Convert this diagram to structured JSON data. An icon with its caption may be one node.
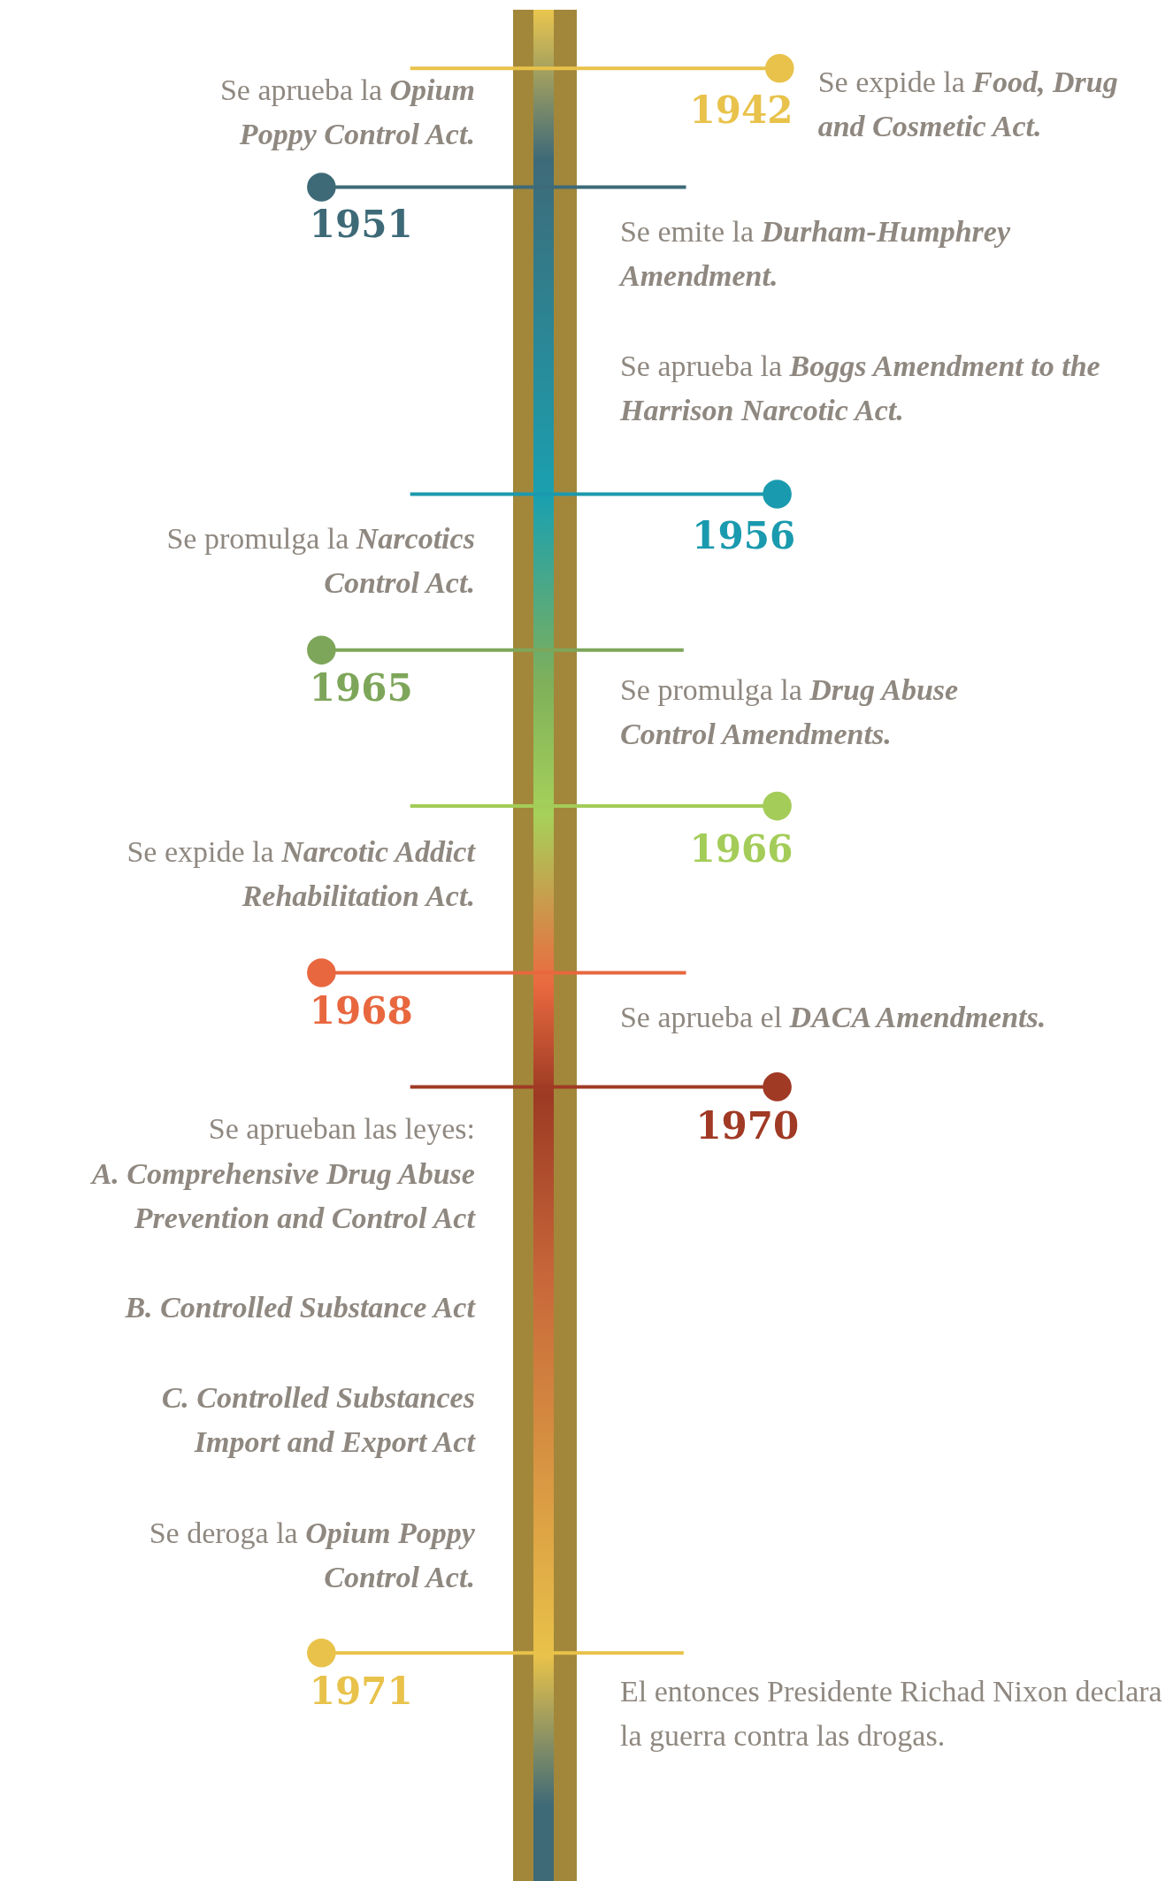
{
  "diagram": {
    "labels": [
      "1942",
      "Se expide la **Food, Drug and Cosmetic Act.**",
      "Se aprueba la **Opium Poppy Control Act.**",
      "1951",
      "Se emite la **Durham-Humphrey Amendment.**",
      "Se aprueba la **Boggs Amendment to the Harrison Narcotic Act.**",
      "1956",
      "Se promulga la **Narcotics Control Act.**",
      "1965",
      "Se promulga la **Drug Abuse Control Amendments.**",
      "1966",
      "Se expide la **Narcotic Addict Rehabilitation Act.**",
      "1968",
      "Se aprueba el **DACA Amendments.**",
      "1970",
      "Se aprueban las leyes:",
      "A. Comprehensive Drug Abuse Prevention and Control Act",
      "B. Controlled Substance Act",
      "C. Controlled Substances Import and Export Act",
      "Se deroga la **Opium Poppy Control Act.**",
      "1971",
      "El entonces Presidente Richad Nixon declara la guerra contra las drogas."
    ]
  }
}
